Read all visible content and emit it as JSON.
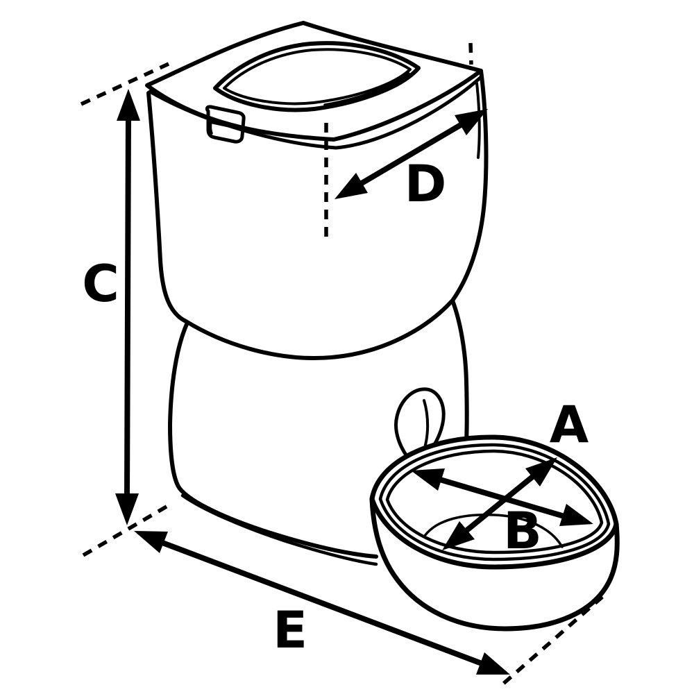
{
  "diagram": {
    "type": "product-dimension-line-drawing",
    "subject": "automatic-pet-feeder-with-food-bowl",
    "background_color": "#ffffff",
    "line_color": "#000000",
    "labels": {
      "A": "A",
      "B": "B",
      "C": "C",
      "D": "D",
      "E": "E"
    },
    "parts": [
      "hopper-lid-with-opening",
      "lid-latch-clip",
      "hopper-body",
      "feeder-base",
      "dispensing-chute-opening",
      "food-bowl"
    ]
  }
}
